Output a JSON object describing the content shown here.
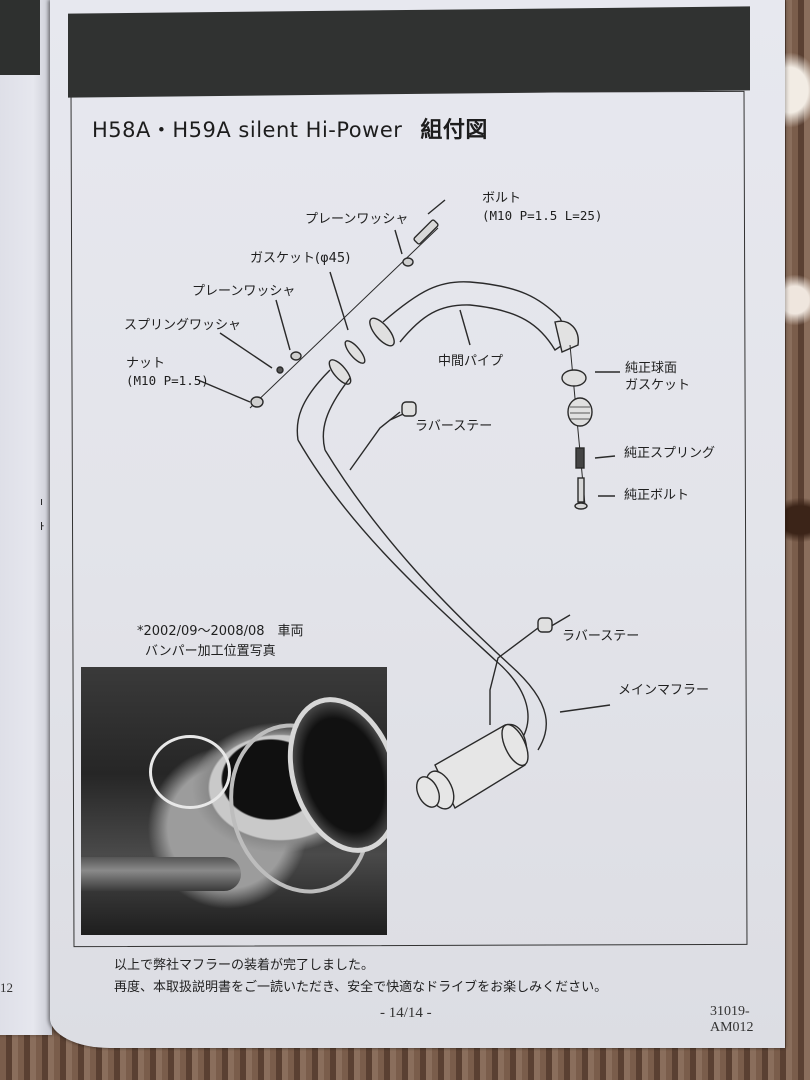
{
  "document": {
    "title": "H58A・H59A silent Hi-Power",
    "title_suffix": "組付図",
    "page_indicator": "- 14/14 -",
    "document_code": "31019-AM012",
    "left_page_number": "12"
  },
  "diagram": {
    "labels": {
      "bolt": "ボルト",
      "bolt_spec": "(M10 P=1.5 L=25)",
      "plain_washer_top": "プレーンワッシャ",
      "gasket": "ガスケット(φ45)",
      "plain_washer": "プレーンワッシャ",
      "spring_washer": "スプリングワッシャ",
      "nut": "ナット",
      "nut_spec": "(M10 P=1.5)",
      "center_pipe": "中間パイプ",
      "oem_spherical_gasket_line1": "純正球面",
      "oem_spherical_gasket_line2": "ガスケット",
      "rubber_stay_upper": "ラバーステー",
      "oem_spring": "純正スプリング",
      "oem_bolt": "純正ボルト",
      "rubber_stay_lower": "ラバーステー",
      "main_muffler": "メインマフラー"
    }
  },
  "photo": {
    "caption_line1": "*2002/09～2008/08　車両",
    "caption_line2": "バンパー加工位置写真"
  },
  "footer": {
    "line1": "以上で弊社マフラーの装着が完了しました。",
    "line2": "再度、本取扱説明書をご一読いただき、安全で快適なドライブをお楽しみください。"
  }
}
